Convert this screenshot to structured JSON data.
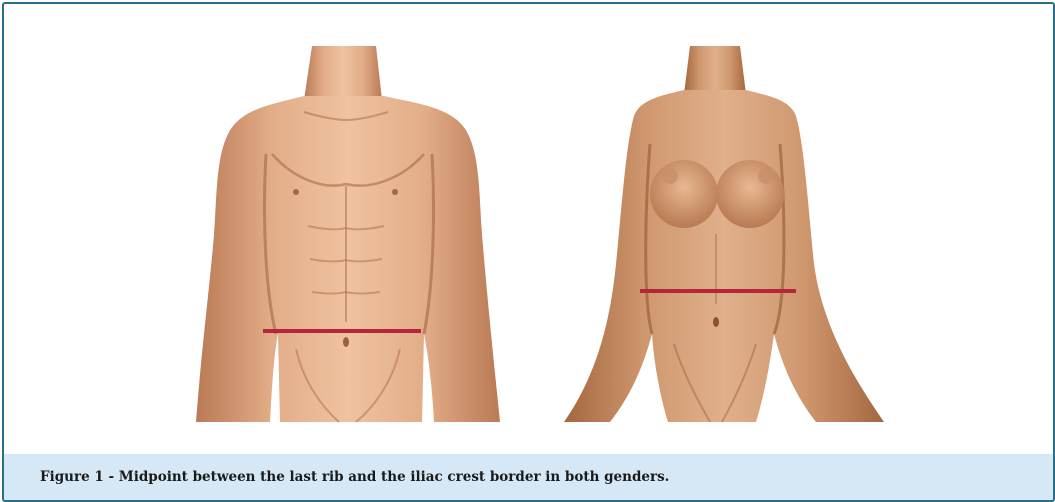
{
  "figure": {
    "caption": "Figure 1 - Midpoint between the last rib and the iliac crest border in both genders.",
    "images": [
      {
        "subject": "male-torso",
        "marker": "red-midpoint-line"
      },
      {
        "subject": "female-torso",
        "marker": "red-midpoint-line"
      }
    ]
  },
  "colors": {
    "border": "#2b6e8a",
    "caption_background": "#d6e8f5",
    "marker_line": "#b5263a",
    "skin": "#d9a07a"
  }
}
